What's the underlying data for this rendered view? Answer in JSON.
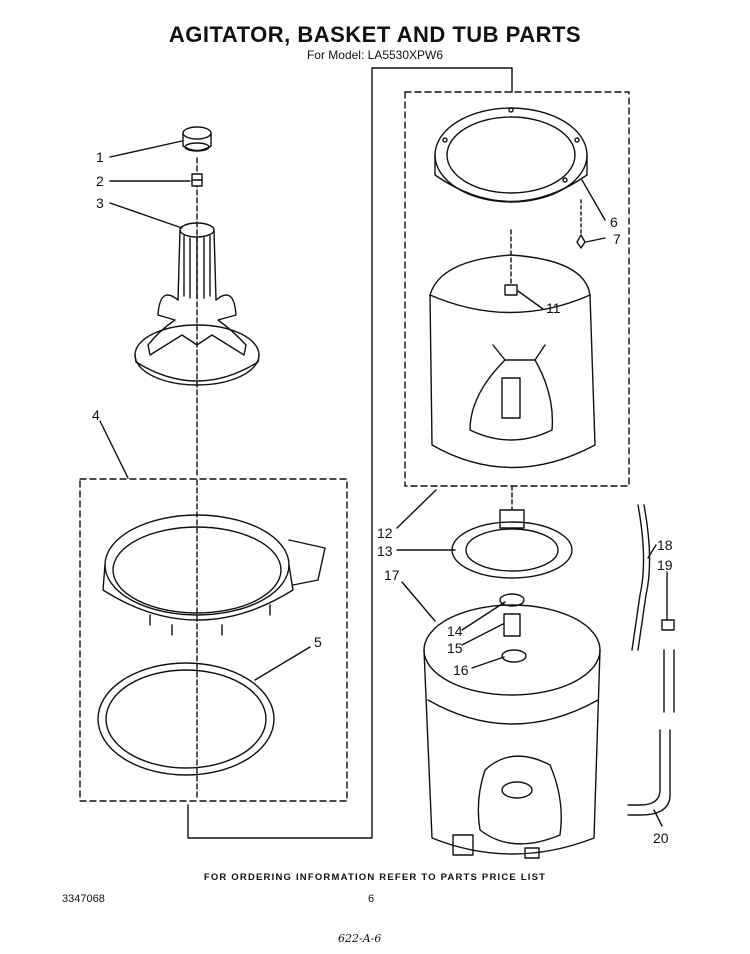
{
  "header": {
    "title": "AGITATOR, BASKET AND TUB PARTS",
    "model_line": "For Model: LA5530XPW6"
  },
  "callouts": [
    "1",
    "2",
    "3",
    "4",
    "5",
    "6",
    "7",
    "11",
    "12",
    "13",
    "17",
    "14",
    "15",
    "16",
    "18",
    "19",
    "20"
  ],
  "footer": {
    "note": "FOR ORDERING INFORMATION REFER TO PARTS PRICE LIST",
    "doc_number": "3347068",
    "page_number": "6",
    "handwritten_code": "622-A-6"
  }
}
